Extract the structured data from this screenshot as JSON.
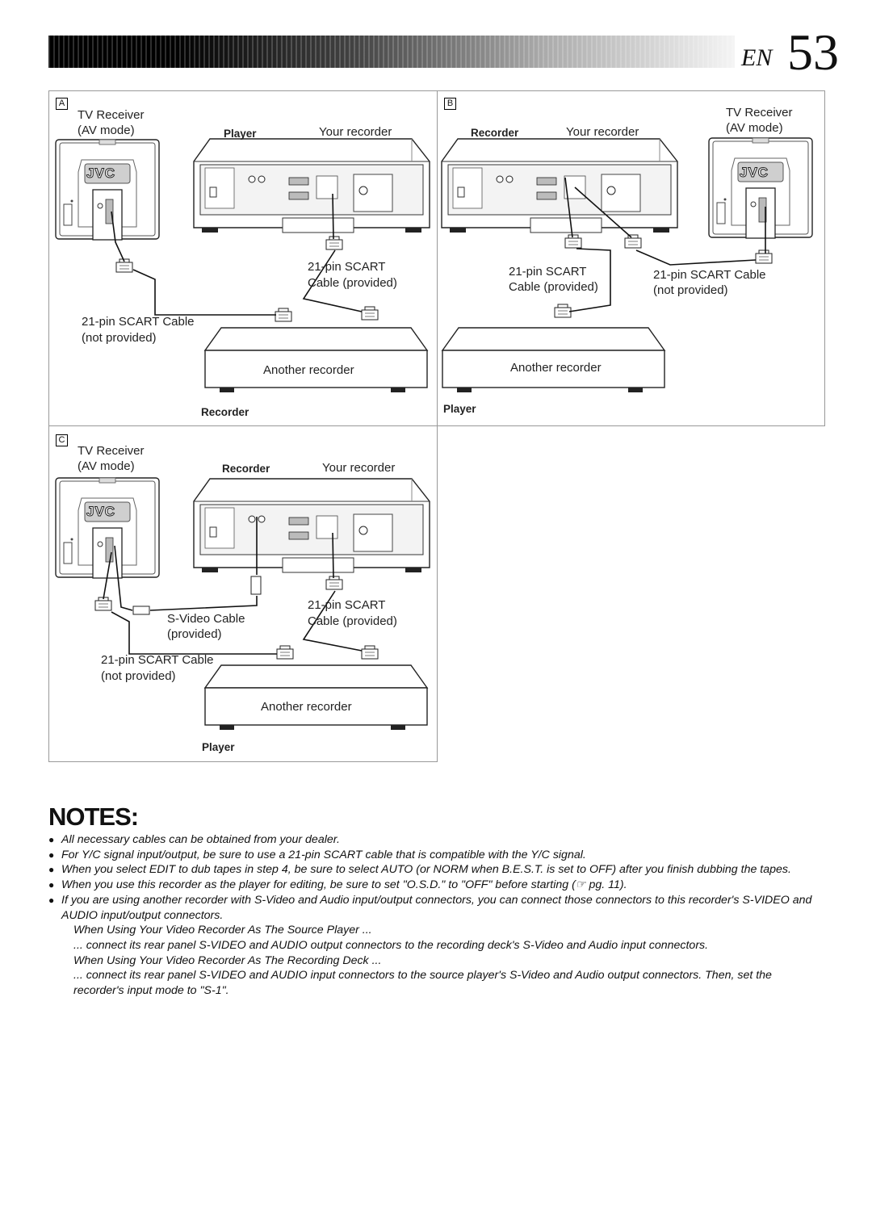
{
  "header": {
    "lang": "EN",
    "page_number": "53"
  },
  "panel_a": {
    "letter": "A",
    "tv_label_1": "TV Receiver",
    "tv_label_2": "(AV mode)",
    "tv_brand": "JVC",
    "role_top": "Player",
    "your_recorder": "Your recorder",
    "cable1_line1": "21-pin SCART",
    "cable1_line2": "Cable (provided)",
    "cable2_line1": "21-pin SCART Cable",
    "cable2_line2": "(not provided)",
    "another_recorder": "Another recorder",
    "role_bottom": "Recorder"
  },
  "panel_b": {
    "letter": "B",
    "tv_label_1": "TV Receiver",
    "tv_label_2": "(AV mode)",
    "tv_brand": "JVC",
    "role_top": "Recorder",
    "your_recorder": "Your recorder",
    "cable1_line1": "21-pin SCART",
    "cable1_line2": "Cable (provided)",
    "cable2_line1": "21-pin SCART Cable",
    "cable2_line2": "(not provided)",
    "another_recorder": "Another recorder",
    "role_bottom": "Player"
  },
  "panel_c": {
    "letter": "C",
    "tv_label_1": "TV Receiver",
    "tv_label_2": "(AV mode)",
    "tv_brand": "JVC",
    "role_top": "Recorder",
    "your_recorder": "Your recorder",
    "svideo_line1": "S-Video Cable",
    "svideo_line2": "(provided)",
    "cable1_line1": "21-pin SCART",
    "cable1_line2": "Cable (provided)",
    "cable2_line1": "21-pin SCART Cable",
    "cable2_line2": "(not provided)",
    "another_recorder": "Another recorder",
    "role_bottom": "Player"
  },
  "notes": {
    "heading": "NOTES:",
    "bullet": "●",
    "items": [
      "All necessary cables can be obtained from your dealer.",
      "For Y/C signal input/output, be sure to use a 21-pin SCART cable that is compatible with the Y/C signal.",
      "When you select EDIT to dub tapes in step 4, be sure to select AUTO (or NORM when B.E.S.T. is set to OFF) after you finish dubbing the tapes.",
      "When you use this recorder as the player for editing, be sure to set \"O.S.D.\" to \"OFF\" before starting (☞ pg. 11).",
      "If you are using another recorder with S-Video and Audio input/output connectors, you can connect those connectors to this recorder's S-VIDEO and AUDIO input/output connectors."
    ],
    "sub": [
      "When Using Your Video Recorder As The Source Player ...",
      "... connect its rear panel S-VIDEO and AUDIO output connectors to the recording deck's S-Video and Audio input connectors.",
      "When Using Your Video Recorder As The Recording Deck ...",
      "... connect its rear panel S-VIDEO and AUDIO input connectors to the source player's S-Video and Audio output connectors. Then, set the recorder's input mode to \"S-1\"."
    ]
  }
}
